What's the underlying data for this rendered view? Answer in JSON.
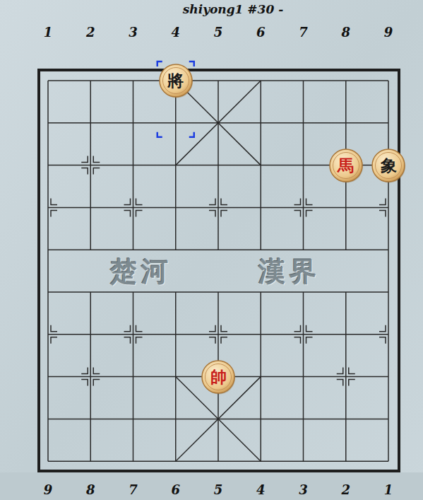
{
  "diagram": {
    "title": "shiyong1 #30 -",
    "nodes": [
      {
        "text": [
          "將"
        ]
      },
      {
        "text": [
          "馬"
        ]
      },
      {
        "text": [
          "象"
        ]
      },
      {
        "text": [
          "帥"
        ]
      }
    ],
    "labels": [
      "1",
      "2",
      "3",
      "4",
      "5",
      "6",
      "7",
      "8",
      "9",
      "楚河",
      "漢界",
      "9",
      "8",
      "7",
      "6",
      "5",
      "4",
      "3",
      "2",
      "1"
    ]
  }
}
